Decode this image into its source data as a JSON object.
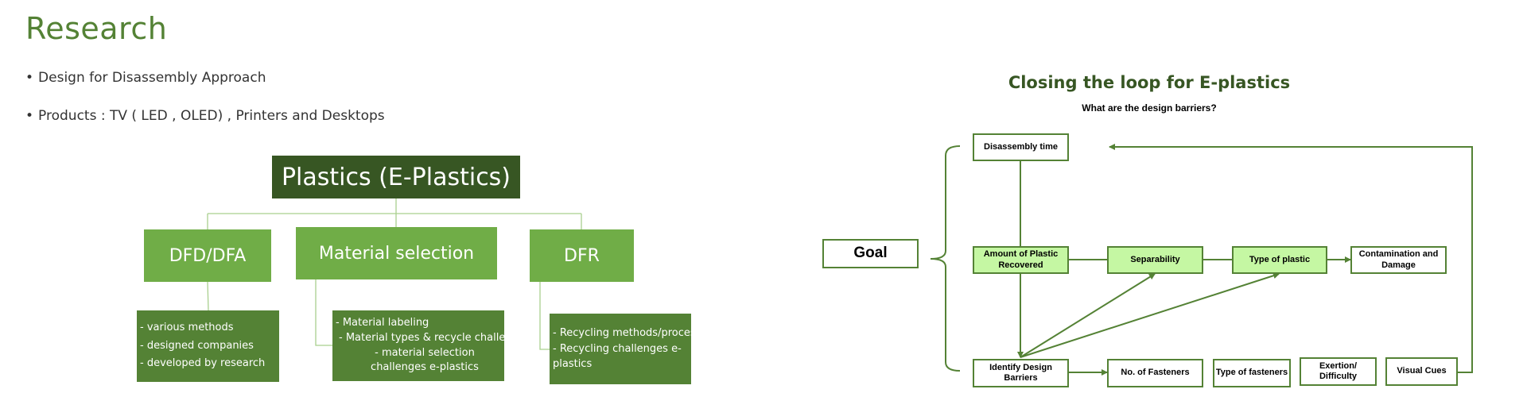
{
  "slide": {
    "title": "Research",
    "bullets": [
      "Design for Disassembly Approach",
      "Products : TV ( LED , OLED) , Printers and Desktops"
    ]
  },
  "org_chart": {
    "root": "Plastics (E-Plastics)",
    "branches": [
      {
        "label": "DFD/DFA",
        "items": [
          "- various methods",
          "- designed companies",
          "- developed by research"
        ]
      },
      {
        "label": "Material selection",
        "items": [
          "- Material labeling",
          "-  Material types & recycle challenge",
          "- material selection challenges e-plastics"
        ]
      },
      {
        "label": "DFR",
        "items": [
          "- Recycling methods/processes",
          "- Recycling challenges e-plastics"
        ]
      }
    ]
  },
  "flow": {
    "title": "Closing the loop for E-plastics",
    "subtitle": "What are the design barriers?",
    "goal": "Goal",
    "nodes": {
      "disassembly_time": "Disassembly time",
      "amount_recovered": "Amount of Plastic Recovered",
      "separability": "Separability",
      "type_of_plastic": "Type of plastic",
      "contamination": "Contamination and Damage",
      "identify_barriers": "Identify Design Barriers",
      "no_fasteners": "No. of Fasteners",
      "type_fasteners": "Type of fasteners",
      "exertion": "Exertion/ Difficulty",
      "visual_cues": "Visual Cues"
    },
    "colors": {
      "border": "#548235",
      "highlight": "#c5f7a3"
    }
  }
}
